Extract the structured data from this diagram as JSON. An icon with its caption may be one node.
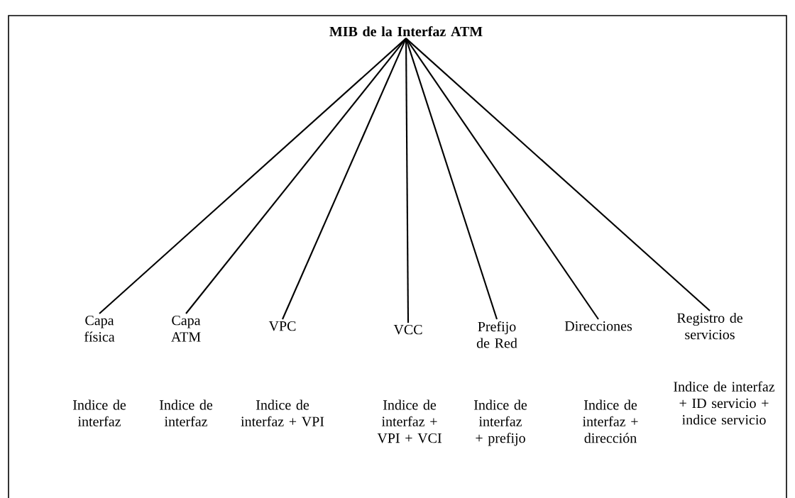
{
  "diagram": {
    "nodes": [
      {
        "text": [
          "MIB de la Interfaz ATM"
        ]
      },
      {
        "text": [
          "Capa física"
        ]
      },
      {
        "text": [
          "Capa ATM"
        ]
      },
      {
        "text": [
          "VPC"
        ]
      },
      {
        "text": [
          "VCC"
        ]
      },
      {
        "text": [
          "Prefijo de Red"
        ]
      },
      {
        "text": [
          "Direcciones"
        ]
      },
      {
        "text": [
          "Registro de servicios"
        ]
      }
    ],
    "labels": [
      "Indice de interfaz",
      "Indice de interfaz",
      "Indice de interfaz + VPI",
      "Indice de interfaz + VPI + VCI",
      "Indice de interfaz + prefijo",
      "Indice de interfaz + dirección",
      "Indice de interfaz + ID servicio + indice servicio"
    ],
    "edges": [
      {
        "from": 0,
        "to": 1,
        "arrow": "none"
      },
      {
        "from": 0,
        "to": 2,
        "arrow": "none"
      },
      {
        "from": 0,
        "to": 3,
        "arrow": "none"
      },
      {
        "from": 0,
        "to": 4,
        "arrow": "none"
      },
      {
        "from": 0,
        "to": 5,
        "arrow": "none"
      },
      {
        "from": 0,
        "to": 6,
        "arrow": "none"
      },
      {
        "from": 0,
        "to": 7,
        "arrow": "none"
      }
    ]
  }
}
